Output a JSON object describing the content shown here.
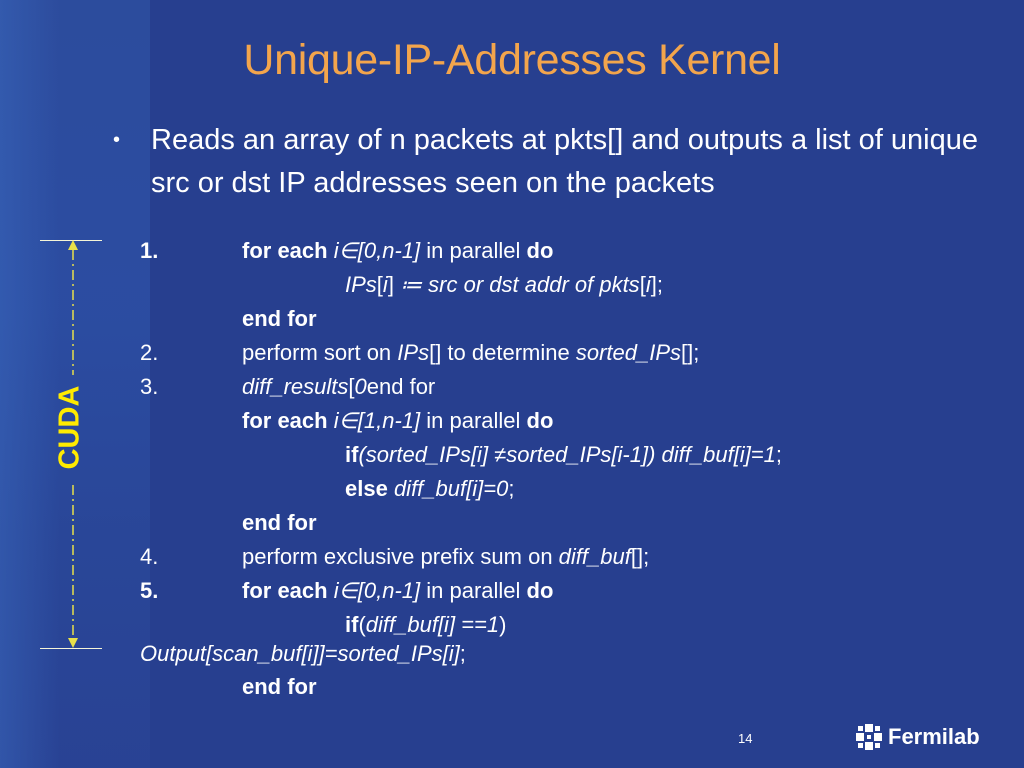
{
  "slide": {
    "title": "Unique-IP-Addresses Kernel",
    "bullet_marker": "•",
    "bullet_text": "Reads an array of n packets at pkts[]  and outputs a list of unique src or dst IP addresses seen on the packets",
    "side_label": "CUDA",
    "page_number": "14",
    "logo_text": "Fermilab"
  },
  "algorithm": {
    "step1_num": "1.",
    "step1_kw": "for each",
    "step1_range": "i∈[0,n-1]",
    "step1_mid": " in parallel ",
    "step1_do": "do",
    "step1_body_var": "IPs",
    "step1_body_open": "[",
    "step1_body_i": "i",
    "step1_body_close": "]",
    "step1_body_rest": " ≔ src or dst addr of pkts",
    "step1_body_open2": "[",
    "step1_body_i2": "i",
    "step1_body_end": "];",
    "step1_end": "end for",
    "step2_num": "2.",
    "step2_text": "perform sort on ",
    "step2_var": "IPs",
    "step2_mid": "[] to determine ",
    "step2_var2": "sorted_IPs",
    "step2_end": "[];",
    "step3_num": "3.",
    "step3_var": "diff_results",
    "step3_open": "[",
    "step3_idx": "0",
    "step3_end": "end for",
    "step3_for_kw": "for each",
    "step3_range": "i∈[1,n-1]",
    "step3_mid": " in parallel ",
    "step3_do": "do",
    "step3_if_kw": "if",
    "step3_if_cond": "(sorted_IPs[i] ≠sorted_IPs[i-1]) diff_buf[i]=1",
    "step3_if_end": ";",
    "step3_else_kw": "else",
    "step3_else_body": " diff_buf[i]=0",
    "step3_else_end": ";",
    "step4_num": "4.",
    "step4_text": "perform exclusive prefix sum on ",
    "step4_var": "diff_buf",
    "step4_end": "[];",
    "step5_num": "5.",
    "step5_kw": "for each",
    "step5_range": "i∈[0,n-1]",
    "step5_mid": " in parallel ",
    "step5_do": "do",
    "step5_if_kw": "if",
    "step5_if_open": "(",
    "step5_if_cond": "diff_buf[i] ==1",
    "step5_if_close": ")",
    "step5_output": "Output[scan_buf[i]]=sorted_IPs[i]",
    "step5_output_end": ";",
    "step5_end": "end for"
  },
  "colors": {
    "background": "#273f8f",
    "title": "#f3a54c",
    "side_label": "#ffeb00",
    "text": "#ffffff"
  }
}
